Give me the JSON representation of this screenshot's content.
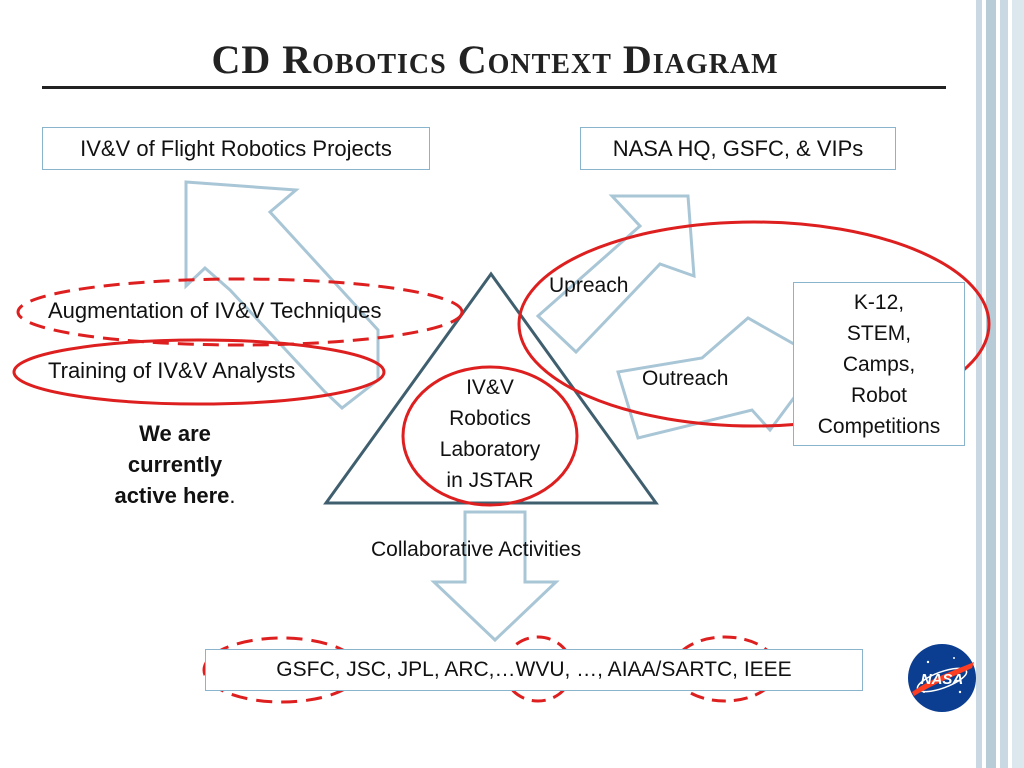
{
  "slide": {
    "title": "CD Robotics Context Diagram"
  },
  "boxes": {
    "ivv_projects": "IV&V of Flight Robotics Projects",
    "nasa_hq": "NASA HQ, GSFC, & VIPs",
    "k12": [
      "K-12,",
      "STEM,",
      "Camps,",
      "Robot",
      "Competitions"
    ],
    "partners": "GSFC, JSC, JPL, ARC,…WVU, …, AIAA/SARTC, IEEE"
  },
  "labels": {
    "augmentation": "Augmentation of IV&V Techniques",
    "training": "Training of IV&V Analysts",
    "upreach": "Upreach",
    "outreach": "Outreach",
    "collaborative": "Collaborative Activities"
  },
  "center": [
    "IV&V",
    "Robotics",
    "Laboratory",
    "in JSTAR"
  ],
  "note": {
    "lines": [
      "We are",
      "currently",
      "active here"
    ],
    "suffix": "."
  },
  "logo": {
    "text": "NASA",
    "icon": "nasa-meatball-icon"
  },
  "colors": {
    "arrow_outline": "#a9c6d6",
    "triangle": "#3f5f6f",
    "ellipse": "#dd1f1f",
    "side_bar": "#b8ccd8"
  }
}
